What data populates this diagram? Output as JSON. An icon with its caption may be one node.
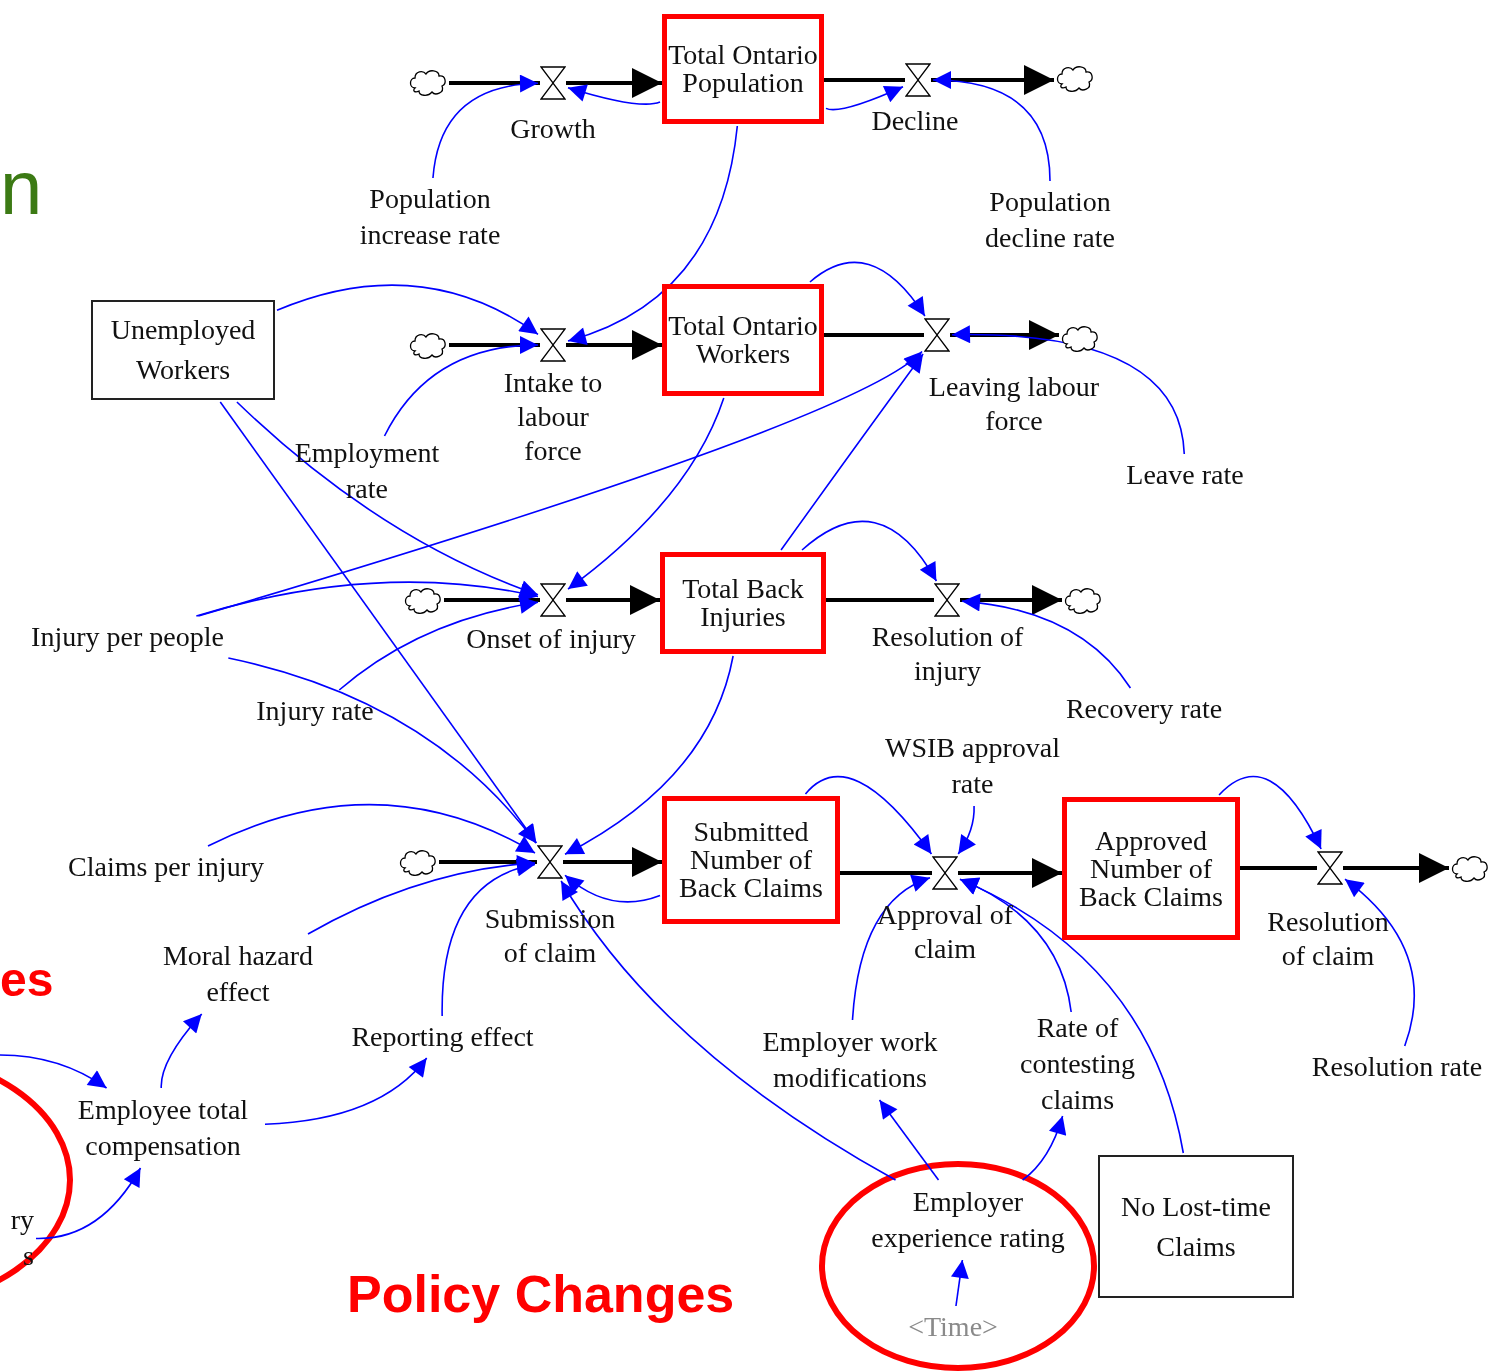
{
  "diagram": {
    "nodes": [
      {
        "text": [
          "Total Ontario Population"
        ]
      },
      {
        "text": [
          "Total Ontario Workers"
        ]
      },
      {
        "text": [
          "Total Back Injuries"
        ]
      },
      {
        "text": [
          "Submitted Number of Back Claims"
        ]
      },
      {
        "text": [
          "Approved Number of Back Claims"
        ]
      },
      {
        "text": [
          "Unemployed Workers"
        ]
      },
      {
        "text": [
          "No Lost-time Claims"
        ]
      },
      {
        "text": [],
        "shape": "cloud"
      },
      {
        "text": [],
        "shape": "cloud"
      },
      {
        "text": [],
        "shape": "cloud"
      },
      {
        "text": [],
        "shape": "cloud"
      },
      {
        "text": [],
        "shape": "cloud"
      },
      {
        "text": [],
        "shape": "cloud"
      },
      {
        "text": [],
        "shape": "cloud"
      },
      {
        "text": [],
        "shape": "cloud"
      },
      {
        "text": [],
        "shape": "valve",
        "beside": [
          "Growth"
        ]
      },
      {
        "text": [],
        "shape": "valve",
        "beside": [
          "Decline"
        ]
      },
      {
        "text": [],
        "shape": "valve",
        "beside": [
          "Intake to labour force"
        ]
      },
      {
        "text": [],
        "shape": "valve",
        "beside": [
          "Leaving labour force"
        ]
      },
      {
        "text": [],
        "shape": "valve",
        "beside": [
          "Onset of injury"
        ]
      },
      {
        "text": [],
        "shape": "valve",
        "beside": [
          "Resolution of injury"
        ]
      },
      {
        "text": [],
        "shape": "valve",
        "beside": [
          "Submission of claim"
        ]
      },
      {
        "text": [],
        "shape": "valve",
        "beside": [
          "Approval of claim"
        ]
      },
      {
        "text": [],
        "shape": "valve",
        "beside": [
          "Resolution of claim"
        ]
      },
      {
        "text": [
          "Population increase rate"
        ]
      },
      {
        "text": [
          "Population decline rate"
        ]
      },
      {
        "text": [
          "Employment rate"
        ]
      },
      {
        "text": [
          "Leave rate"
        ]
      },
      {
        "text": [
          "Injury per people"
        ]
      },
      {
        "text": [
          "Injury rate"
        ]
      },
      {
        "text": [
          "Recovery rate"
        ]
      },
      {
        "text": [
          "WSIB approval rate"
        ]
      },
      {
        "text": [
          "Claims per injury"
        ]
      },
      {
        "text": [
          "Moral hazard effect"
        ]
      },
      {
        "text": [
          "Reporting effect"
        ]
      },
      {
        "text": [
          "Employee total compensation"
        ]
      },
      {
        "text": [
          "Employer work modifications"
        ]
      },
      {
        "text": [
          "Rate of contesting claims"
        ]
      },
      {
        "text": [
          "Resolution rate"
        ]
      },
      {
        "text": [
          "Employer experience rating"
        ]
      },
      {
        "text": [
          "<Time>"
        ]
      },
      {
        "text": [
          "ry s"
        ]
      }
    ],
    "edges": [
      {
        "from": 7,
        "to": 15,
        "arrow": "none",
        "style": "thick",
        "color": "#000000"
      },
      {
        "from": 15,
        "to": 0,
        "arrow": "to",
        "style": "thick",
        "color": "#000000"
      },
      {
        "from": 0,
        "to": 16,
        "arrow": "none",
        "style": "thick",
        "color": "#000000"
      },
      {
        "from": 16,
        "to": 8,
        "arrow": "to",
        "style": "thick",
        "color": "#000000"
      },
      {
        "from": 9,
        "to": 17,
        "arrow": "none",
        "style": "thick",
        "color": "#000000"
      },
      {
        "from": 17,
        "to": 1,
        "arrow": "to",
        "style": "thick",
        "color": "#000000"
      },
      {
        "from": 1,
        "to": 18,
        "arrow": "none",
        "style": "thick",
        "color": "#000000"
      },
      {
        "from": 18,
        "to": 10,
        "arrow": "to",
        "style": "thick",
        "color": "#000000"
      },
      {
        "from": 11,
        "to": 19,
        "arrow": "none",
        "style": "thick",
        "color": "#000000"
      },
      {
        "from": 19,
        "to": 2,
        "arrow": "to",
        "style": "thick",
        "color": "#000000"
      },
      {
        "from": 2,
        "to": 20,
        "arrow": "none",
        "style": "thick",
        "color": "#000000"
      },
      {
        "from": 20,
        "to": 12,
        "arrow": "to",
        "style": "thick",
        "color": "#000000"
      },
      {
        "from": 13,
        "to": 21,
        "arrow": "none",
        "style": "thick",
        "color": "#000000"
      },
      {
        "from": 21,
        "to": 3,
        "arrow": "to",
        "style": "thick",
        "color": "#000000"
      },
      {
        "from": 3,
        "to": 22,
        "arrow": "none",
        "style": "thick",
        "color": "#000000"
      },
      {
        "from": 22,
        "to": 4,
        "arrow": "to",
        "style": "thick",
        "color": "#000000"
      },
      {
        "from": 4,
        "to": 23,
        "arrow": "none",
        "style": "thick",
        "color": "#000000"
      },
      {
        "from": 23,
        "to": 14,
        "arrow": "to",
        "style": "thick",
        "color": "#000000"
      },
      {
        "from": 24,
        "to": 15,
        "arrow": "to"
      },
      {
        "from": 0,
        "to": 15,
        "arrow": "to"
      },
      {
        "from": 0,
        "to": 16,
        "arrow": "to"
      },
      {
        "from": 25,
        "to": 16,
        "arrow": "to"
      },
      {
        "from": 0,
        "to": 17,
        "arrow": "to"
      },
      {
        "from": 5,
        "to": 17,
        "arrow": "to"
      },
      {
        "from": 26,
        "to": 17,
        "arrow": "to"
      },
      {
        "from": 1,
        "to": 18,
        "arrow": "to"
      },
      {
        "from": 27,
        "to": 18,
        "arrow": "to"
      },
      {
        "from": 28,
        "to": 18,
        "arrow": "to"
      },
      {
        "from": 2,
        "to": 18,
        "arrow": "to"
      },
      {
        "from": 1,
        "to": 19,
        "arrow": "to"
      },
      {
        "from": 5,
        "to": 19,
        "arrow": "to"
      },
      {
        "from": 28,
        "to": 19,
        "arrow": "to"
      },
      {
        "from": 29,
        "to": 19,
        "arrow": "to"
      },
      {
        "from": 2,
        "to": 20,
        "arrow": "to"
      },
      {
        "from": 30,
        "to": 20,
        "arrow": "to"
      },
      {
        "from": 5,
        "to": 21,
        "arrow": "to"
      },
      {
        "from": 28,
        "to": 21,
        "arrow": "to"
      },
      {
        "from": 2,
        "to": 21,
        "arrow": "to"
      },
      {
        "from": 32,
        "to": 21,
        "arrow": "to"
      },
      {
        "from": 33,
        "to": 21,
        "arrow": "to"
      },
      {
        "from": 34,
        "to": 21,
        "arrow": "to"
      },
      {
        "from": 39,
        "to": 21,
        "arrow": "to"
      },
      {
        "from": 3,
        "to": 21,
        "arrow": "to"
      },
      {
        "from": 3,
        "to": 22,
        "arrow": "to"
      },
      {
        "from": 31,
        "to": 22,
        "arrow": "to"
      },
      {
        "from": 36,
        "to": 22,
        "arrow": "to"
      },
      {
        "from": 37,
        "to": 22,
        "arrow": "to"
      },
      {
        "from": 6,
        "to": 22,
        "arrow": "to"
      },
      {
        "from": 39,
        "to": 36,
        "arrow": "to"
      },
      {
        "from": 39,
        "to": 37,
        "arrow": "to"
      },
      {
        "from": 40,
        "to": 39,
        "arrow": "to"
      },
      {
        "from": 4,
        "to": 23,
        "arrow": "to"
      },
      {
        "from": 38,
        "to": 23,
        "arrow": "to"
      },
      {
        "from": 35,
        "to": 33,
        "arrow": "to"
      },
      {
        "from": 35,
        "to": 34,
        "arrow": "to"
      },
      {
        "from": 41,
        "to": 35,
        "arrow": "to"
      },
      {
        "from": null,
        "to": 35,
        "arrow": "to"
      }
    ],
    "labels": [
      "n",
      "es",
      "Policy Changes"
    ]
  }
}
